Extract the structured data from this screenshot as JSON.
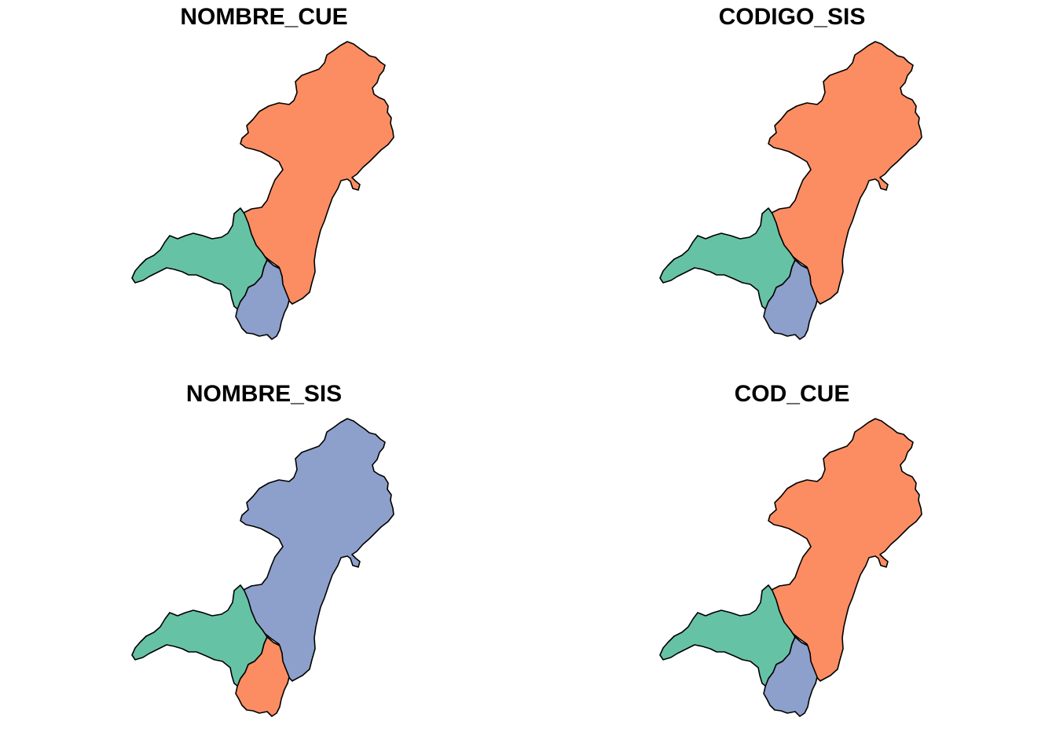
{
  "palette": {
    "green": "#66c2a5",
    "orange": "#fc8d62",
    "blue": "#8da0cb"
  },
  "panels": [
    {
      "title": "NOMBRE_CUE",
      "fills": {
        "west": "green",
        "south": "blue",
        "north": "orange"
      }
    },
    {
      "title": "CODIGO_SIS",
      "fills": {
        "west": "green",
        "south": "blue",
        "north": "orange"
      }
    },
    {
      "title": "NOMBRE_SIS",
      "fills": {
        "west": "green",
        "south": "orange",
        "north": "blue"
      }
    },
    {
      "title": "COD_CUE",
      "fills": {
        "west": "green",
        "south": "blue",
        "north": "orange"
      }
    }
  ]
}
